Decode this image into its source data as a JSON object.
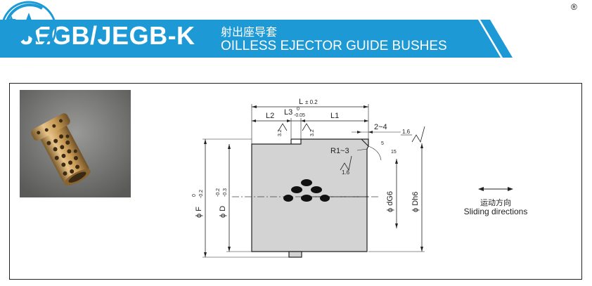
{
  "header": {
    "model": "JEGB/JEGB-K",
    "title_cn": "射出座导套",
    "title_en": "OILLESS EJECTOR GUIDE BUSHES",
    "registered_mark": "®",
    "brand_color": "#1d9ad6",
    "logo_icon": "star-circle-logo-icon"
  },
  "drawing": {
    "dim_L": "L",
    "dim_L_tol": "± 0.2",
    "dim_L2": "L2",
    "dim_L3": "L3",
    "dim_L3_tol_upper": "0",
    "dim_L3_tol_lower": "-0.05",
    "dim_L1": "L1",
    "chamfer": "2~4",
    "roughness_top": "1.6",
    "roughness_a": "3.2",
    "roughness_b": "3.2",
    "chamfer_angle_a": "5",
    "chamfer_angle_b": "15",
    "radius": "R1~3",
    "roughness_r": "1.6",
    "dim_F": "ϕ F",
    "dim_F_tol_upper": "0",
    "dim_F_tol_lower": "-0.2",
    "dim_D": "ϕ D",
    "dim_D_tol_upper": "-0.2",
    "dim_D_tol_lower": "-0.3",
    "dim_dG6": "ϕ dG6",
    "dim_Dh6": "ϕ Dh6"
  },
  "legend": {
    "label_cn": "运动方向",
    "label_en": "Sliding directions"
  }
}
